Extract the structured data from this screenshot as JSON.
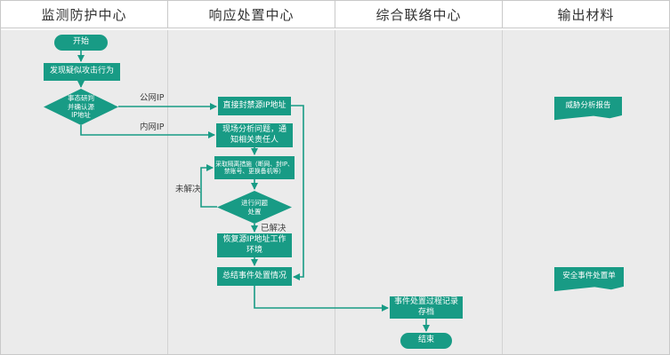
{
  "lanes": [
    {
      "title": "监测防护中心"
    },
    {
      "title": "响应处置中心"
    },
    {
      "title": "综合联络中心"
    },
    {
      "title": "输出材料"
    }
  ],
  "nodes": {
    "start": {
      "label": "开始",
      "type": "start"
    },
    "detect_attack": {
      "label": "发现疑似攻击行为",
      "type": "process"
    },
    "judge_source_ip": {
      "label": "事态研判\n并确认源\nIP地址",
      "type": "decision"
    },
    "block_source_ip": {
      "label": "直接封禁源IP地址",
      "type": "process"
    },
    "onsite_analysis": {
      "label": "现场分析问题，通\n知相关责任人",
      "type": "process"
    },
    "isolation_measures": {
      "label": "采取隔离措施（断网、封IP、\n禁账号、更换备机等）",
      "type": "process"
    },
    "problem_handling": {
      "label": "进行问题\n处置",
      "type": "decision"
    },
    "restore_environment": {
      "label": "恢复源IP地址工作\n环境",
      "type": "process"
    },
    "summarize_incident": {
      "label": "总结事件处置情况",
      "type": "process"
    },
    "archive_record": {
      "label": "事件处置过程记录\n存档",
      "type": "process"
    },
    "end": {
      "label": "结束",
      "type": "end"
    },
    "threat_report": {
      "label": "威胁分析报告",
      "type": "document"
    },
    "incident_form": {
      "label": "安全事件处置单",
      "type": "document"
    }
  },
  "edge_labels": {
    "public_ip": "公网IP",
    "internal_ip": "内网IP",
    "unresolved": "未解决",
    "resolved": "已解决"
  },
  "colors": {
    "shape_fill": "#189b85",
    "connector": "#189b85",
    "lane_body_bg": "#ebebeb",
    "header_bg": "#ffffff",
    "grid_border": "#c9c9c9",
    "shape_text": "#ffffff",
    "edge_label_text": "#404040"
  }
}
